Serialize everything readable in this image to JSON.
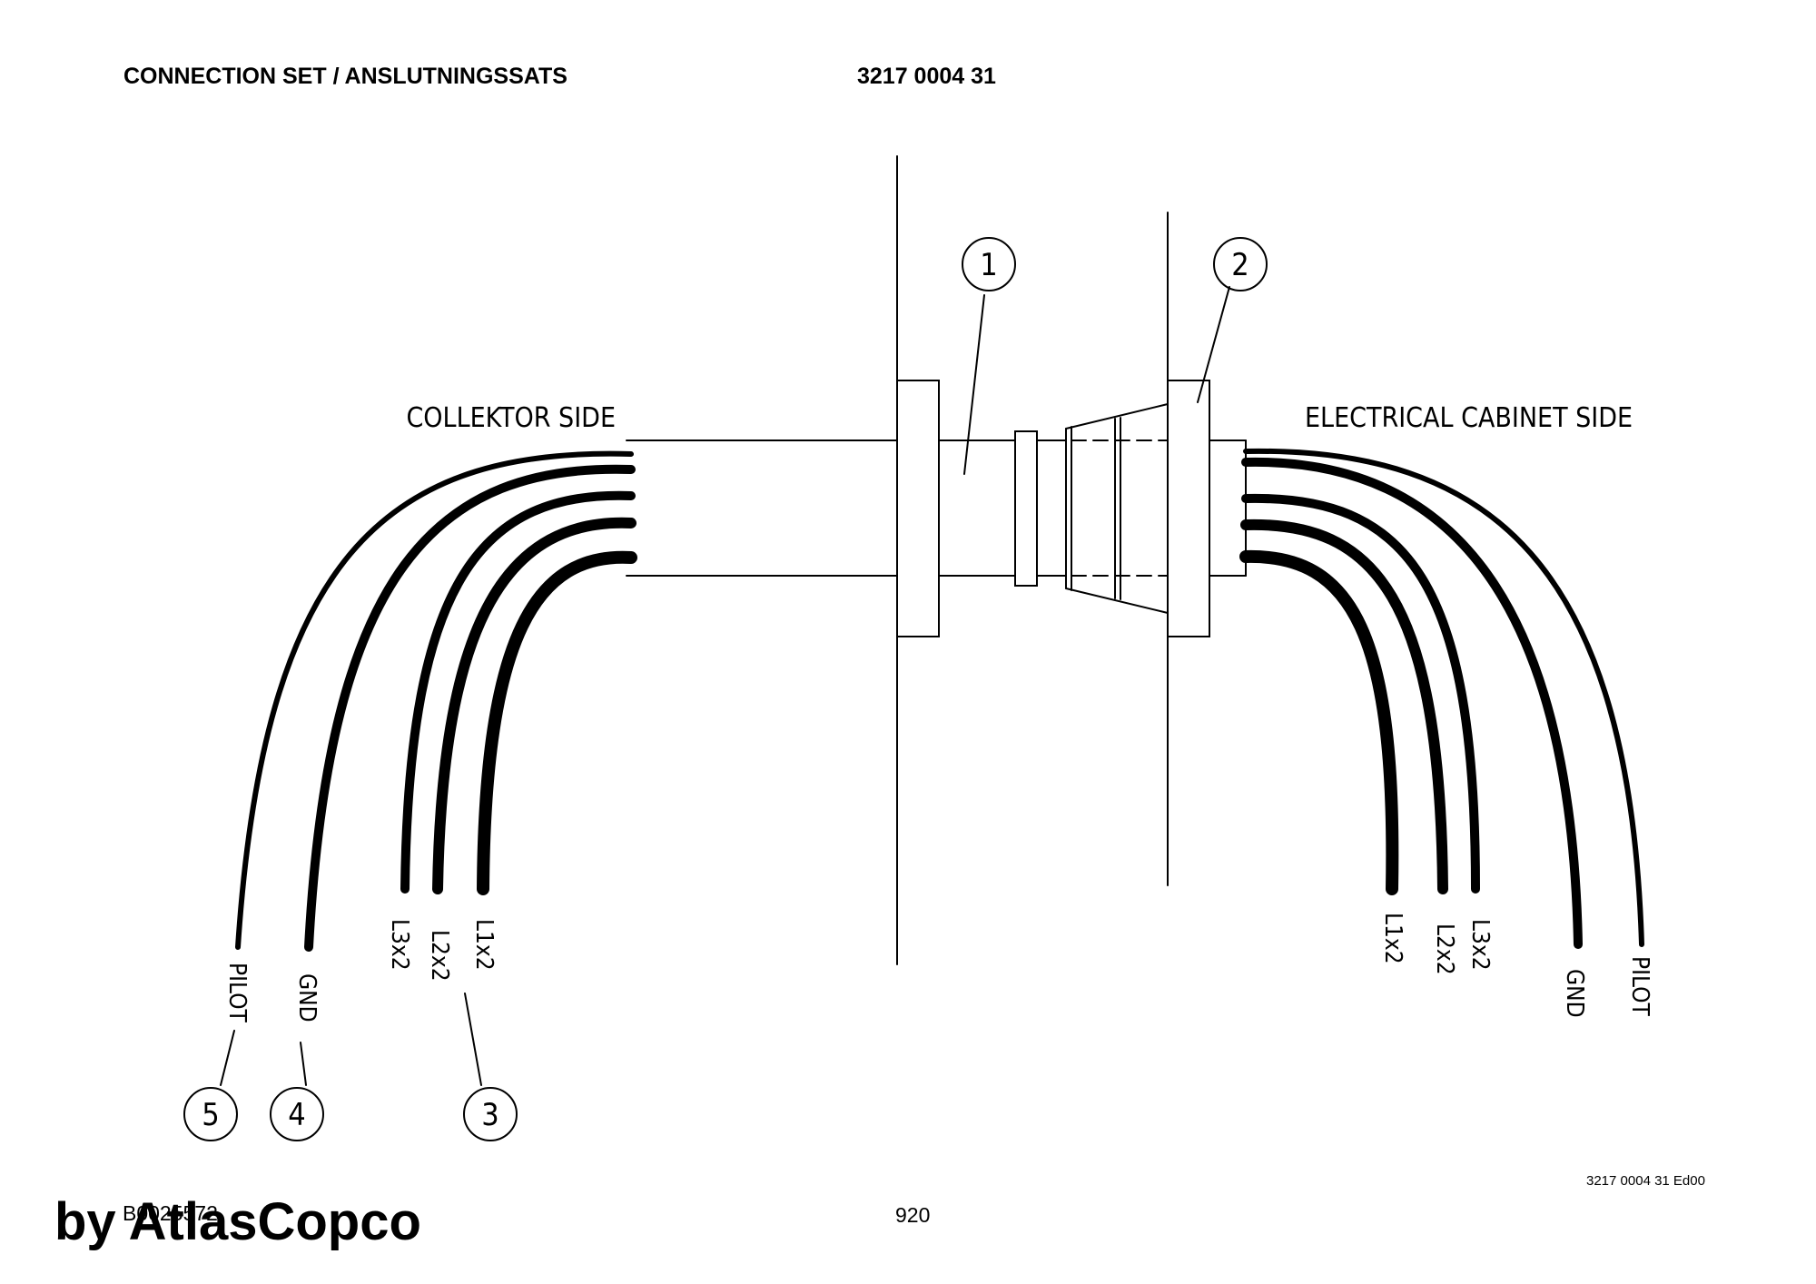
{
  "header": {
    "title": "CONNECTION SET / ANSLUTNINGSSATS",
    "part_number": "3217 0004 31"
  },
  "diagram": {
    "left_side_label": "COLLEKTOR SIDE",
    "right_side_label": "ELECTRICAL CABINET SIDE",
    "wires_left": [
      "PILOT",
      "GND",
      "L3x2",
      "L2x2",
      "L1x2"
    ],
    "wires_right": [
      "L1x2",
      "L2x2",
      "L3x2",
      "GND",
      "PILOT"
    ],
    "callouts": [
      "1",
      "2",
      "3",
      "4",
      "5"
    ]
  },
  "footer": {
    "doc_ref": "3217 0004 31 Ed00",
    "page_number": "920",
    "drawing_id": "B0025572",
    "watermark": "by AtlasCopco"
  }
}
